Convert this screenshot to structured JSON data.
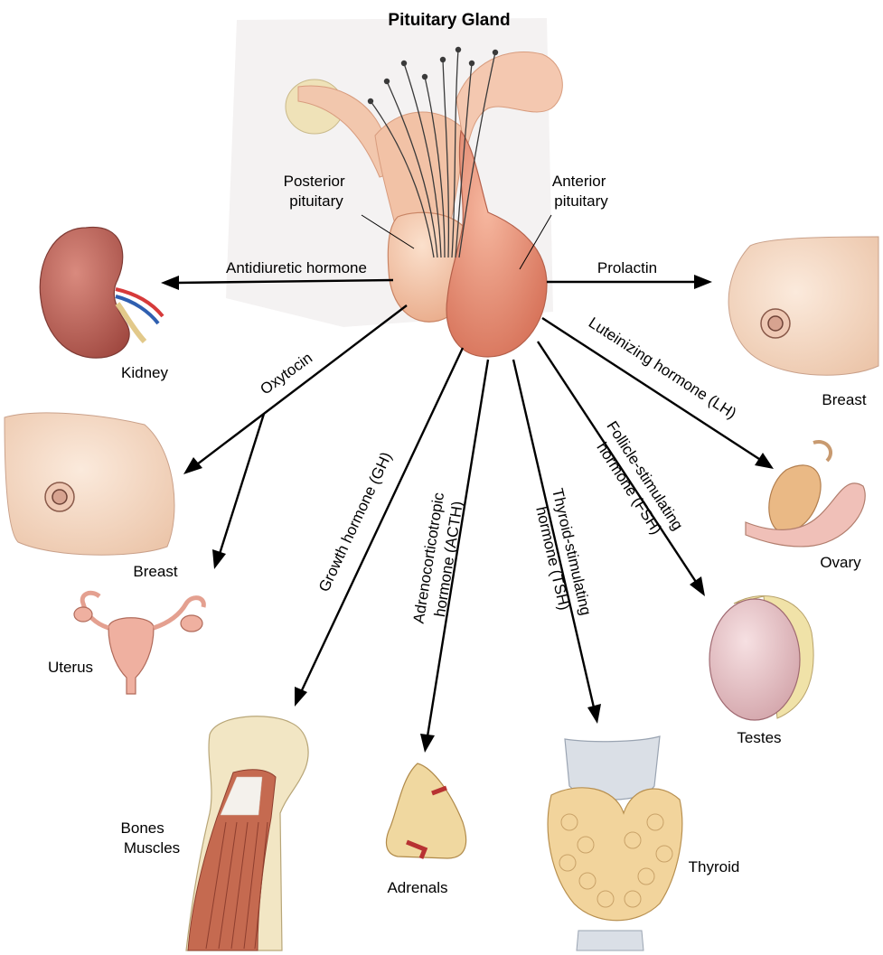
{
  "title": "Pituitary Gland",
  "labels": {
    "posterior": [
      "Posterior",
      "pituitary"
    ],
    "anterior": [
      "Anterior",
      "pituitary"
    ]
  },
  "hormones": {
    "adh": "Antidiuretic hormone",
    "prolactin": "Prolactin",
    "oxytocin": "Oxytocin",
    "lh": "Luteinizing hormone (LH)",
    "fsh": [
      "Follicle-stimulating",
      "hormone (FSH)"
    ],
    "gh": "Growth hormone (GH)",
    "acth": [
      "Adrenocorticotropic",
      "hormone (ACTH)"
    ],
    "tsh": [
      "Thyroid-stimulating",
      "hormone (TSH)"
    ]
  },
  "targets": {
    "kidney": "Kidney",
    "breast_right": "Breast",
    "breast_left": "Breast",
    "uterus": "Uterus",
    "ovary": "Ovary",
    "testes": "Testes",
    "bones": [
      "Bones",
      "Muscles"
    ],
    "adrenals": "Adrenals",
    "thyroid": "Thyroid"
  },
  "colors": {
    "anterior": "#e8927a",
    "posterior": "#f2c0a2",
    "skin": "#f5dcc8",
    "kidney": "#b85a52",
    "bone": "#f2e6c2",
    "muscle": "#c0624e",
    "thyroid": "#f0d29a",
    "testes": "#e8c4c8"
  }
}
